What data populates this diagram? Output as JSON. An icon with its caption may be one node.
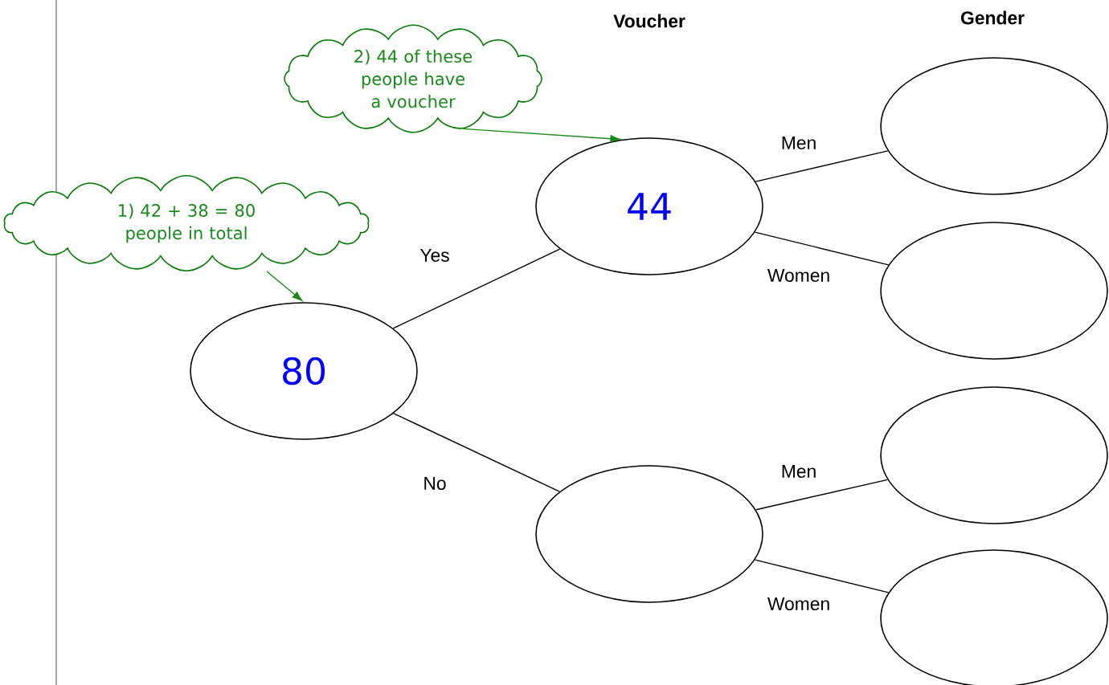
{
  "diagram": {
    "nodes": [
      {
        "text": [
          "80"
        ]
      },
      {
        "text": [
          "44"
        ]
      },
      {
        "text": [],
        "shape": "ellipse"
      },
      {
        "text": [],
        "shape": "ellipse"
      },
      {
        "text": [],
        "shape": "ellipse"
      },
      {
        "text": [],
        "shape": "ellipse"
      },
      {
        "text": [],
        "shape": "ellipse"
      },
      {
        "text": [
          "1) 42 + 38 = 80 people in total"
        ]
      },
      {
        "text": [
          "2) 44 of these people have a voucher"
        ]
      }
    ],
    "edges": [
      {
        "from": 0,
        "to": 1,
        "arrow": "none",
        "label": "Yes"
      },
      {
        "from": 0,
        "to": 2,
        "arrow": "none",
        "label": "No"
      },
      {
        "from": 1,
        "to": 3,
        "arrow": "none",
        "label": "Men"
      },
      {
        "from": 1,
        "to": 4,
        "arrow": "none",
        "label": "Women"
      },
      {
        "from": 2,
        "to": 5,
        "arrow": "none",
        "label": "Men"
      },
      {
        "from": 2,
        "to": 6,
        "arrow": "none",
        "label": "Women"
      },
      {
        "from": 7,
        "to": 0,
        "arrow": "to",
        "color": "#1a8a1a"
      },
      {
        "from": 8,
        "to": 1,
        "arrow": "to",
        "color": "#1a8a1a"
      }
    ],
    "labels": [
      "Voucher",
      "Gender"
    ]
  }
}
